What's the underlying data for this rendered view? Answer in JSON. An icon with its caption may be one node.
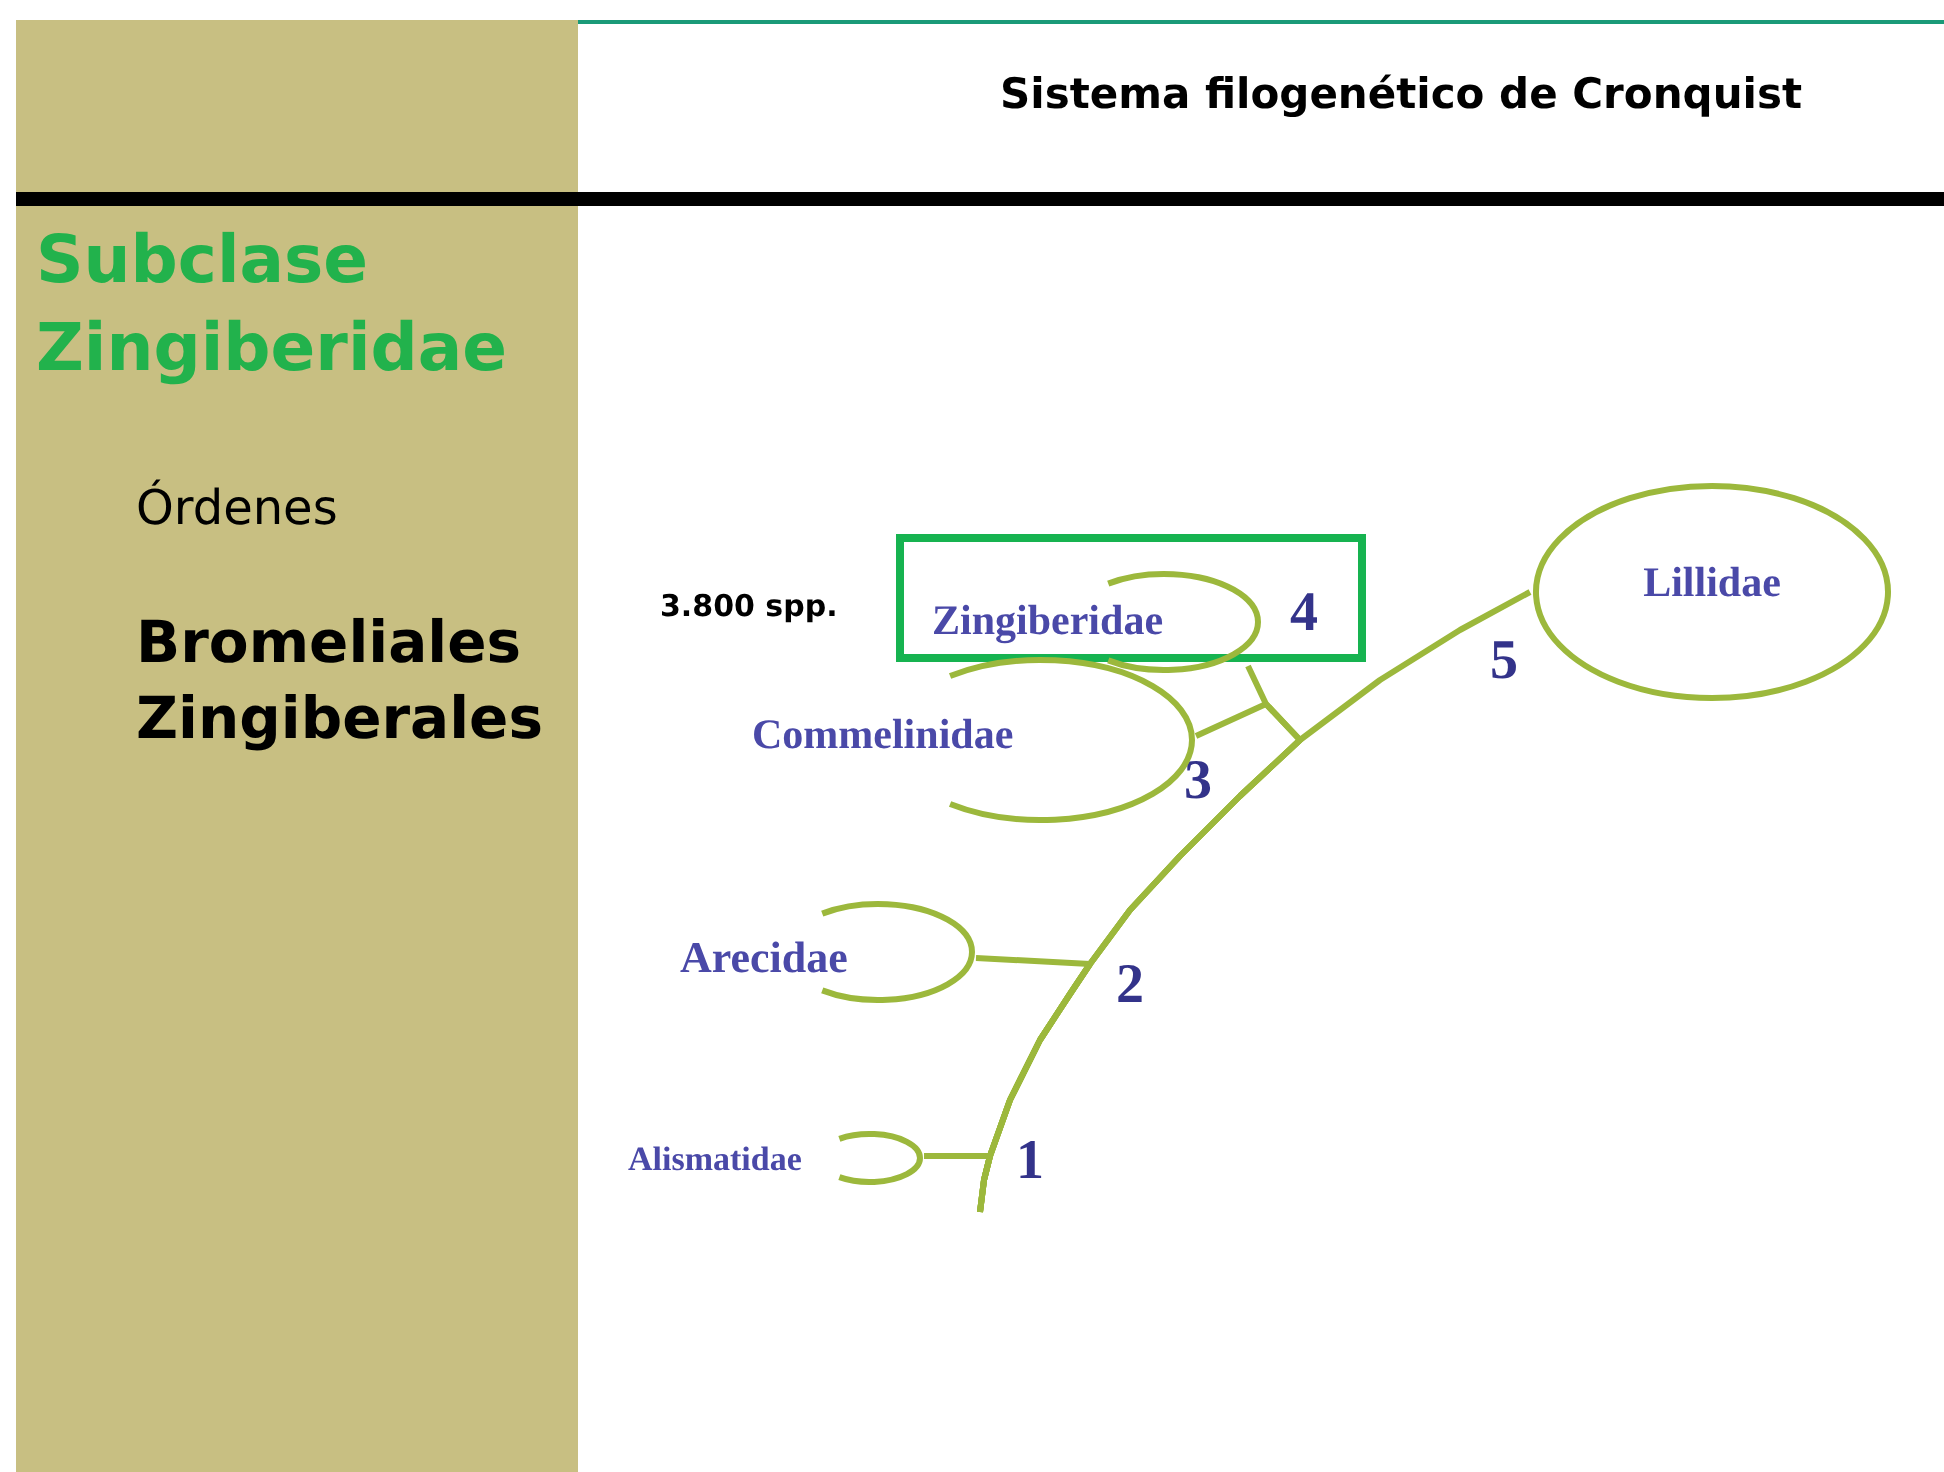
{
  "diagram": {
    "title": "Sistema filogenético de Cronquist",
    "nodes": [
      {
        "text": [],
        "shape": "box"
      },
      {
        "text": [
          "Zingiberidae"
        ],
        "in": 0
      },
      {
        "text": [
          "Lillidae"
        ]
      },
      {
        "text": [
          "Commelinidae"
        ]
      },
      {
        "text": [
          "Arecidae"
        ]
      },
      {
        "text": [
          "Alismatidae"
        ]
      }
    ],
    "edges": [
      {
        "from": null,
        "to": 1,
        "arrow": "none"
      },
      {
        "from": null,
        "to": 2,
        "arrow": "none"
      },
      {
        "from": null,
        "to": 3,
        "arrow": "none"
      },
      {
        "from": null,
        "to": 4,
        "arrow": "none"
      },
      {
        "from": null,
        "to": 5,
        "arrow": "none"
      }
    ],
    "labels": [
      "Subclase Zingiberidae",
      "Órdenes",
      "Bromeliales",
      "Zingiberales",
      "3.800 spp.",
      "4",
      "5",
      "3",
      "2",
      "1"
    ]
  }
}
